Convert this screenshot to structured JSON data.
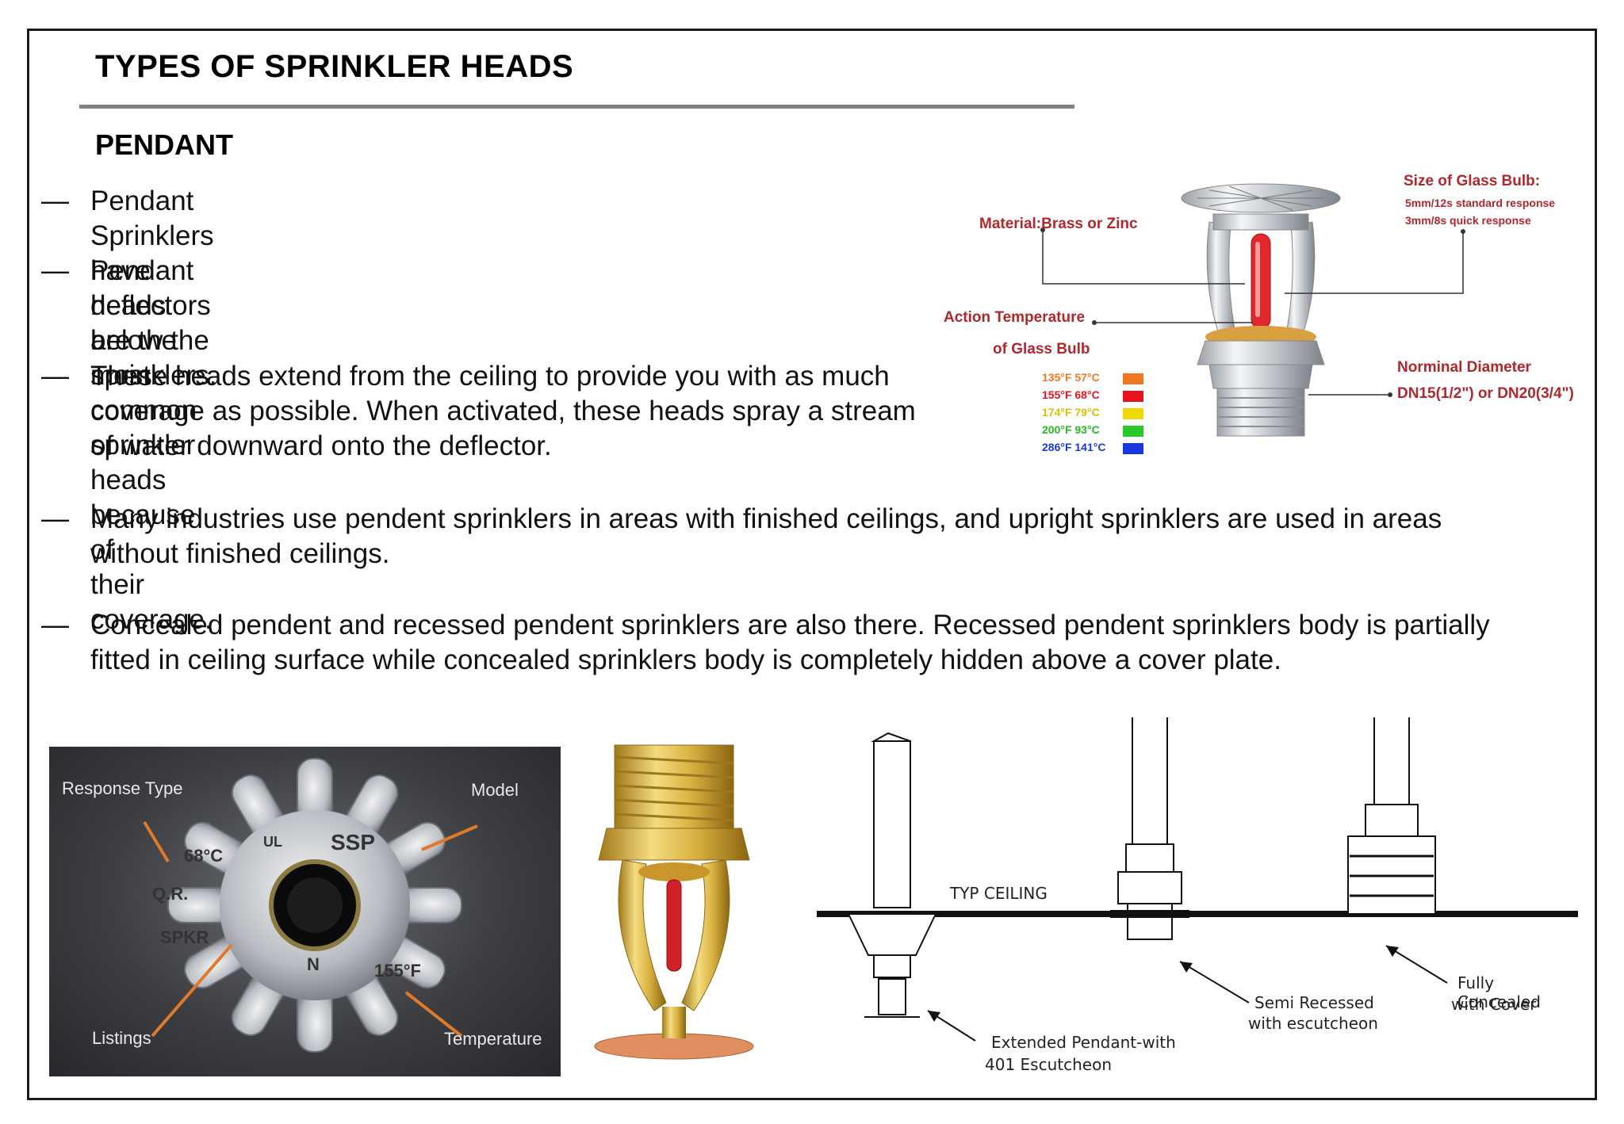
{
  "heading": "TYPES OF SPRINKLER HEADS",
  "section": "PENDANT",
  "bullets": [
    {
      "dash": "—",
      "lines": [
        "Pendant Sprinklers have deflectors below the sprinklers."
      ]
    },
    {
      "dash": "—",
      "lines": [
        "Pendant heads are the most common sprinkler heads because of",
        "their coverage."
      ]
    },
    {
      "dash": "—",
      "lines": [
        "These heads extend from the ceiling to provide you with as much",
        "coverage as possible. When activated, these heads spray a stream",
        "of water downward onto the deflector."
      ]
    },
    {
      "dash": "—",
      "lines": [
        "Many industries use pendent sprinklers in areas with finished ceilings, and upright sprinklers are used in areas",
        "without finished ceilings."
      ]
    },
    {
      "dash": "—",
      "lines": [
        "Concealed pendent and recessed pendent sprinklers are also there. Recessed pendent sprinklers body is partially",
        "fitted in ceiling surface while concealed sprinklers body is completely hidden above a cover plate."
      ]
    }
  ],
  "sprinkler_diagram": {
    "material": "Material:Brass or Zinc",
    "bulb_size_title": "Size of Glass Bulb:",
    "bulb_size_line1": "5mm/12s standard response",
    "bulb_size_line2": "3mm/8s quick response",
    "action_temp_line1": "Action Temperature",
    "action_temp_line2": "of Glass Bulb",
    "nominal_title": "Norminal Diameter",
    "nominal_value": "DN15(1/2\") or DN20(3/4\")",
    "temps": [
      {
        "label": "135°F 57°C",
        "color": "#f07820"
      },
      {
        "label": "155°F 68°C",
        "color": "#e8141c"
      },
      {
        "label": "174°F 79°C",
        "color": "#f0d800"
      },
      {
        "label": "200°F 93°C",
        "color": "#28c828"
      },
      {
        "label": "286°F 141°C",
        "color": "#1838e0"
      }
    ]
  },
  "photo_labels": {
    "response_type": "Response Type",
    "model": "Model",
    "listings": "Listings",
    "temperature": "Temperature"
  },
  "deflector_marks": {
    "m1": "68°C",
    "m2": "Q.R.",
    "m3": "SPKR",
    "m4": "SSP",
    "m5": "155°F",
    "m6": "N",
    "m7": "UL"
  },
  "install_diagram": {
    "ceiling": "TYP CEILING",
    "extended_1": "Extended Pendant-with",
    "extended_2": "401 Escutcheon",
    "semi_1": "Semi Recessed",
    "semi_2": "with escutcheon",
    "concealed_1": "Fully Concealed",
    "concealed_2": "with Cover"
  }
}
